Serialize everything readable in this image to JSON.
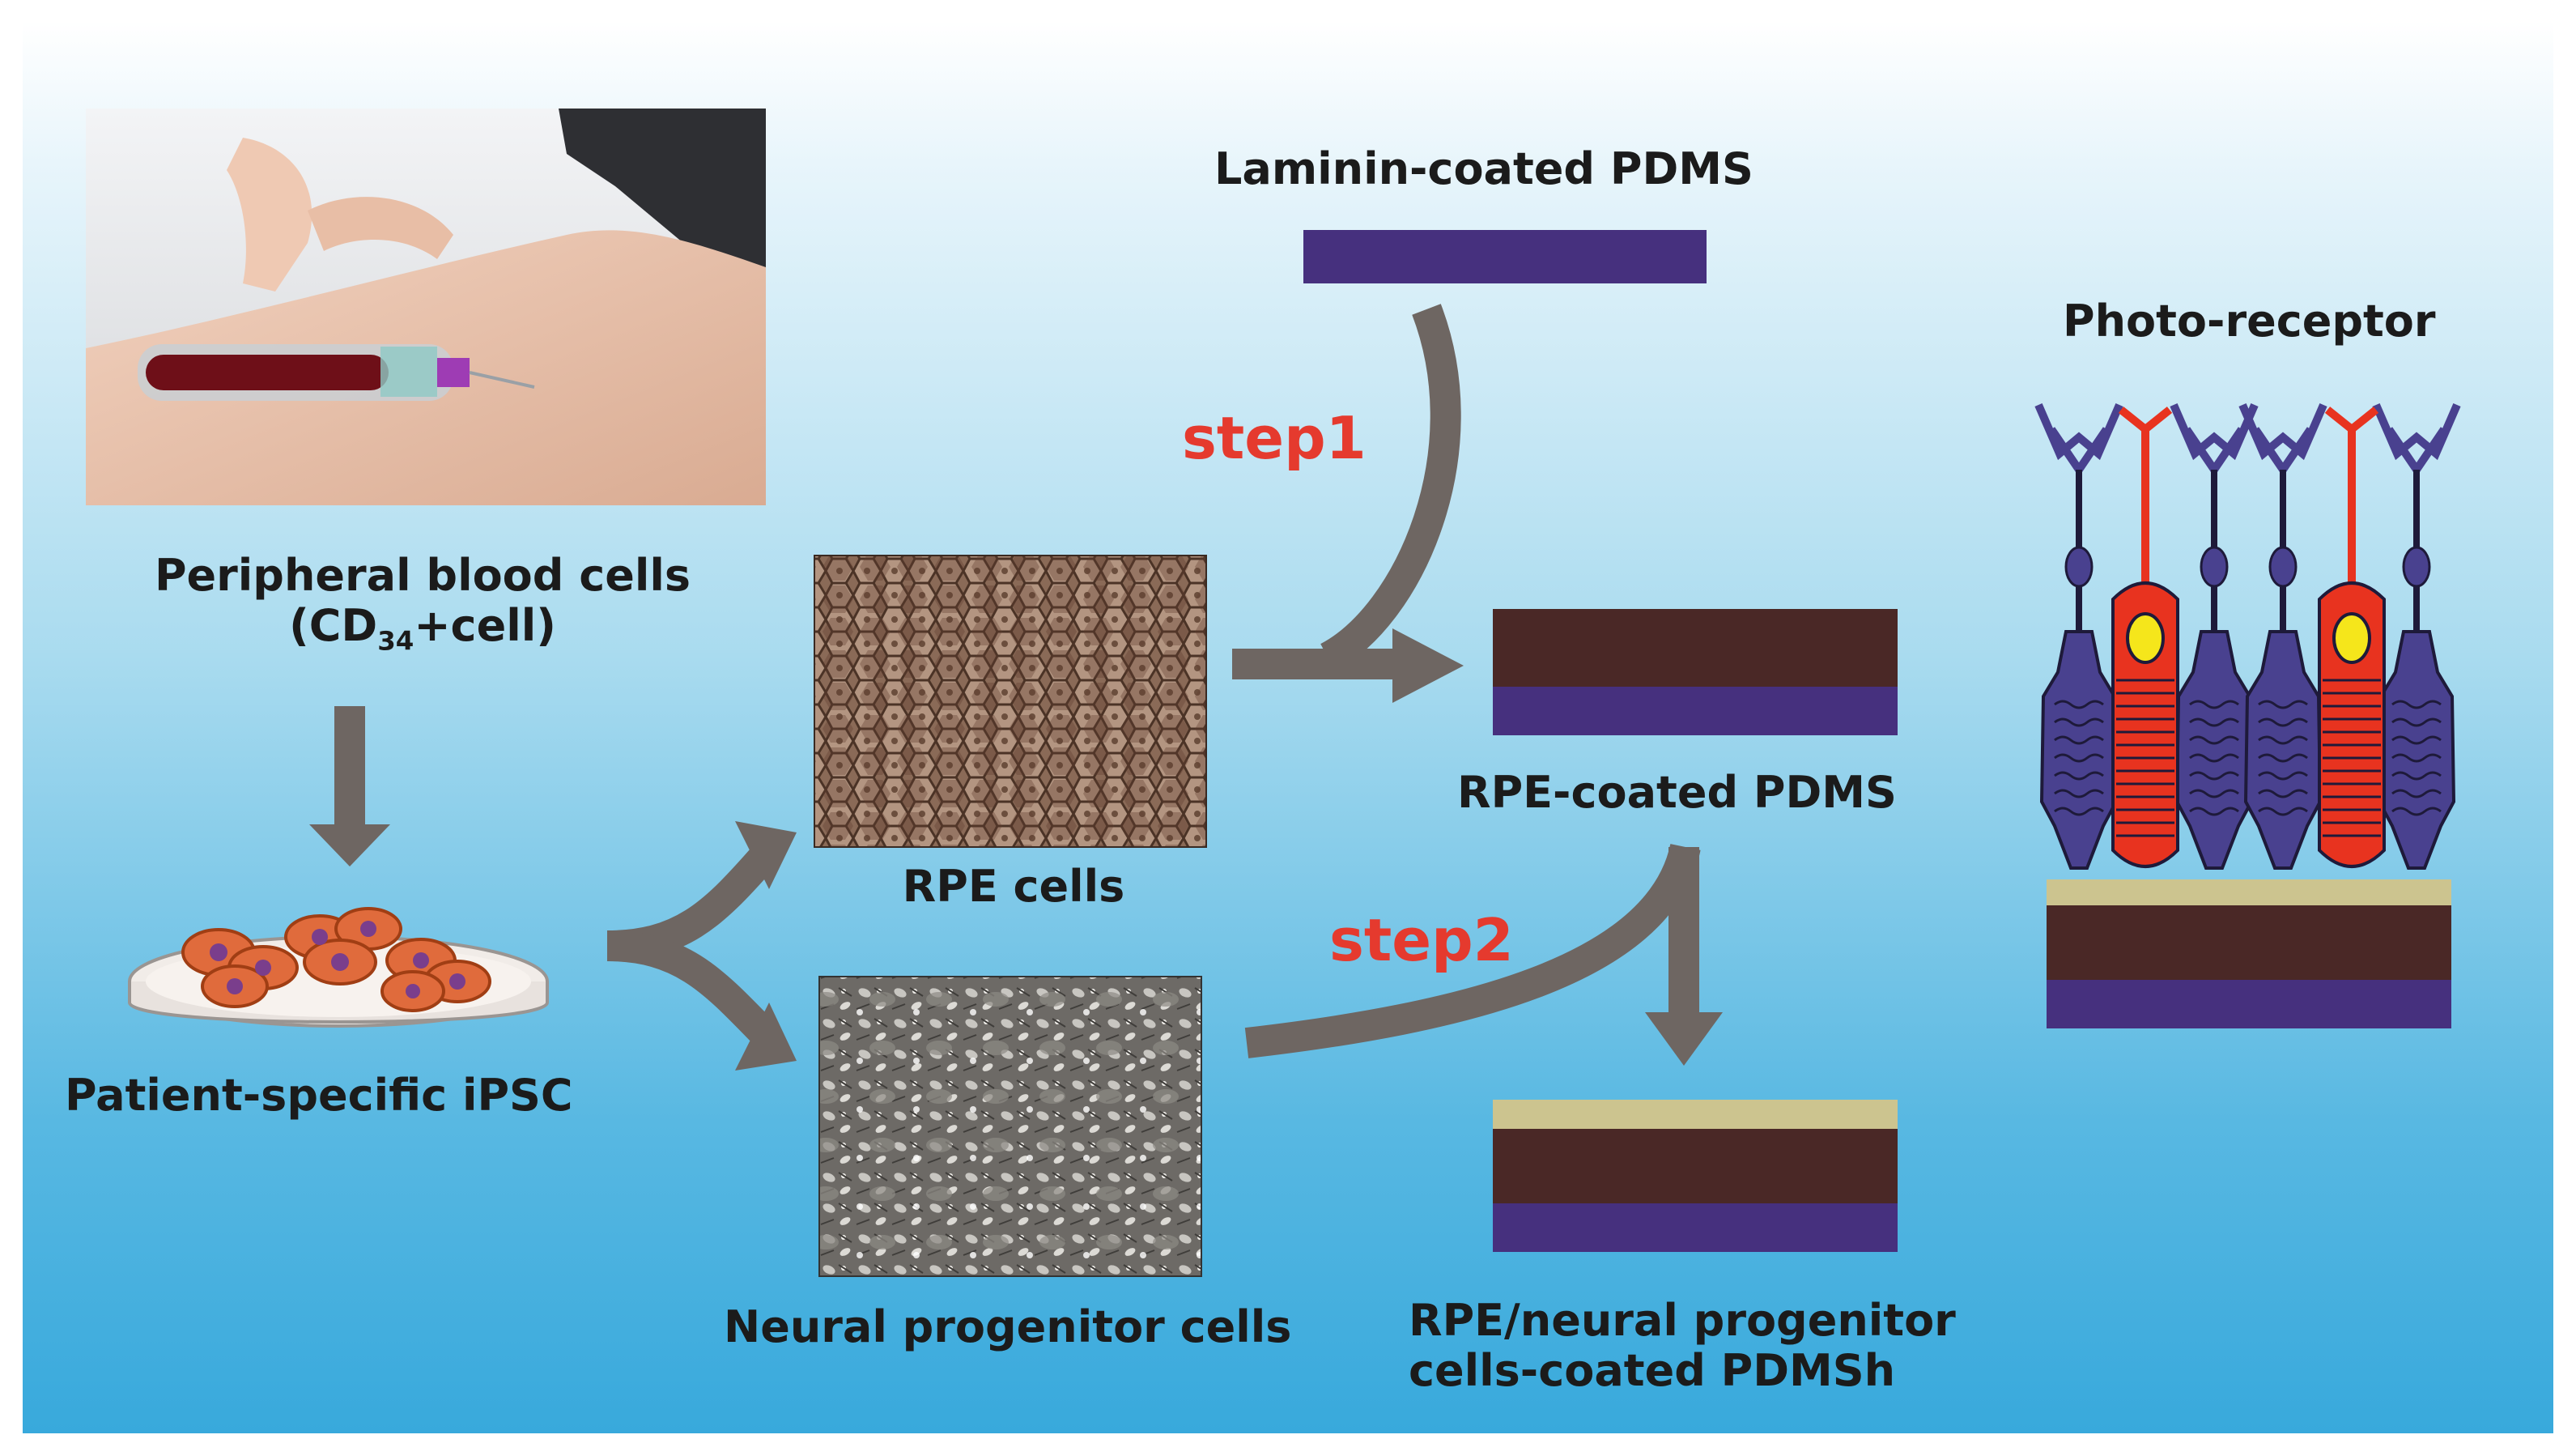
{
  "labels": {
    "blood_line1": "Peripheral blood cells",
    "blood_line2_pre": "(CD",
    "blood_line2_sub": "34",
    "blood_line2_post": "+cell)",
    "ipsc": "Patient-specific iPSC",
    "rpe_cells": "RPE cells",
    "neural_cells": "Neural progenitor cells",
    "laminin": "Laminin-coated PDMS",
    "rpe_pdms": "RPE-coated PDMS",
    "combined_line1": "RPE/neural progenitor",
    "combined_line2": "cells-coated PDMSh",
    "photoreceptor": "Photo-receptor",
    "step1": "step1",
    "step2": "step2"
  },
  "colors": {
    "arrow": "#6e6662",
    "pdms_layer": "#46307e",
    "rpe_layer": "#4a2826",
    "neural_layer": "#ccc48f",
    "step_text": "#e53a2e",
    "rod_cell": "#49418f",
    "cone_cell": "#e8331f",
    "cone_nucleus": "#f5e61b",
    "background_top": "#ffffff",
    "background_bottom": "#38a9dc"
  },
  "photos": {
    "blood_draw": "photo-blood-draw",
    "rpe": "micrograph-rpe-cells",
    "neural": "micrograph-neural-progenitor-cells"
  }
}
